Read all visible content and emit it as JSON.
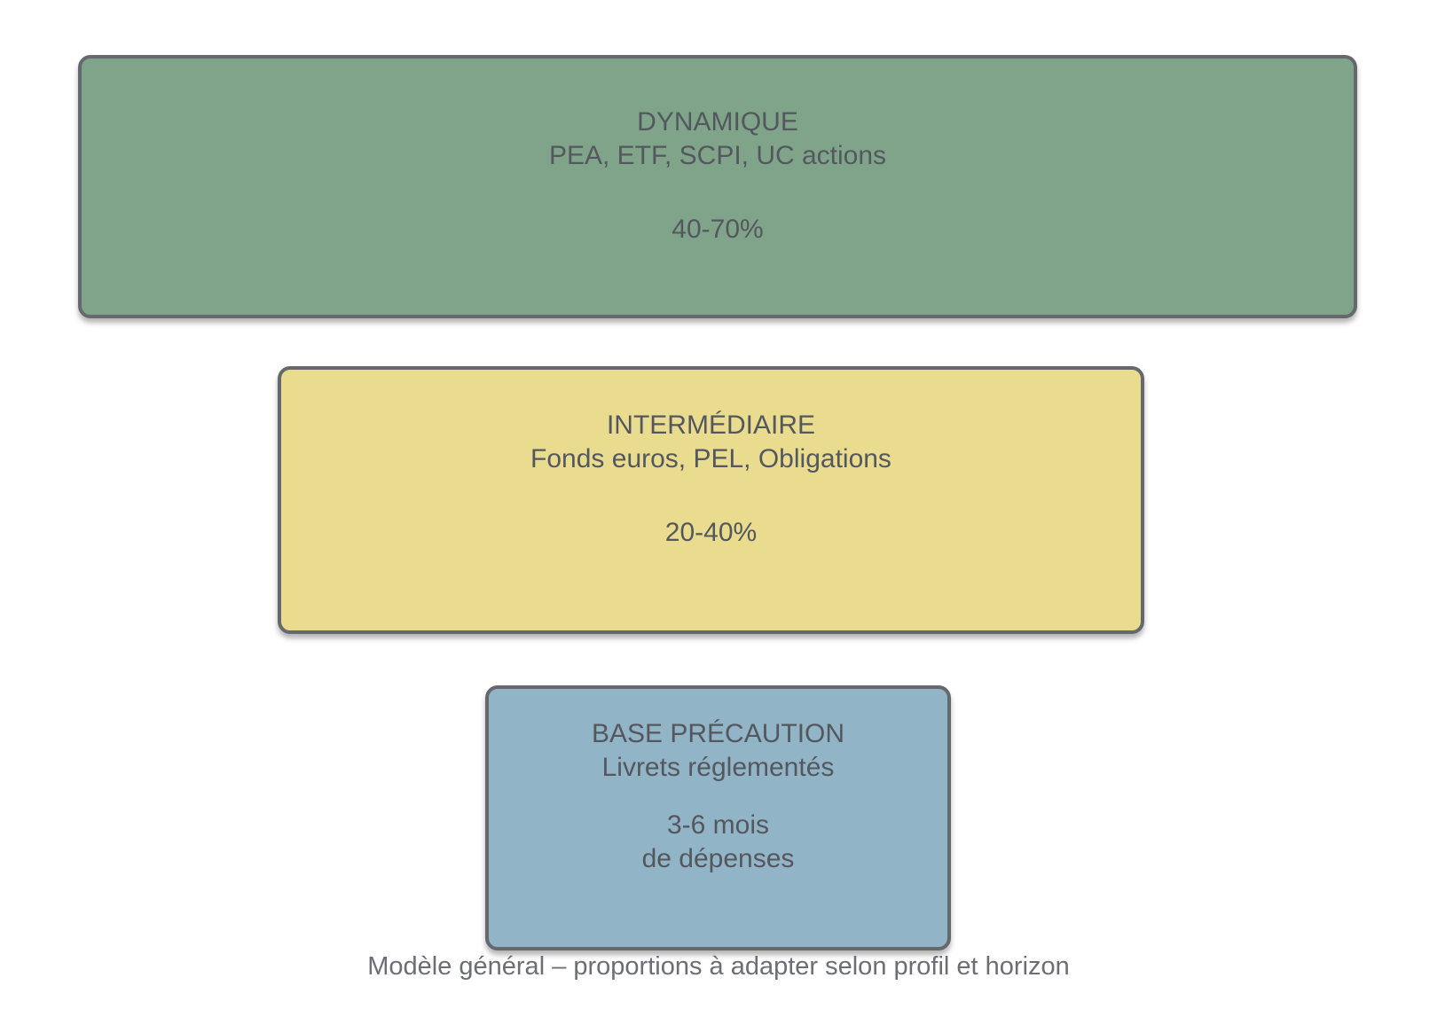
{
  "pyramid": {
    "levels": [
      {
        "id": "dynamique",
        "title": "DYNAMIQUE",
        "subtitle": "PEA, ETF, SCPI, UC actions",
        "allocation": "40-70%",
        "color": "#7FA48A"
      },
      {
        "id": "intermediaire",
        "title": "INTERMÉDIAIRE",
        "subtitle": "Fonds euros, PEL, Obligations",
        "allocation": "20-40%",
        "color": "#E9DC8F"
      },
      {
        "id": "base-precaution",
        "title": "BASE PRÉCAUTION",
        "subtitle": "Livrets réglementés",
        "allocation": "3-6 mois",
        "allocation_line2": "de dépenses",
        "color": "#91B4C6"
      }
    ],
    "caption": "Modèle général – proportions à adapter selon profil et horizon",
    "colors": {
      "background": "#FFFFFF",
      "box_border": "#65696E",
      "box_text": "#54585E",
      "caption_text": "#6B6F75"
    }
  }
}
